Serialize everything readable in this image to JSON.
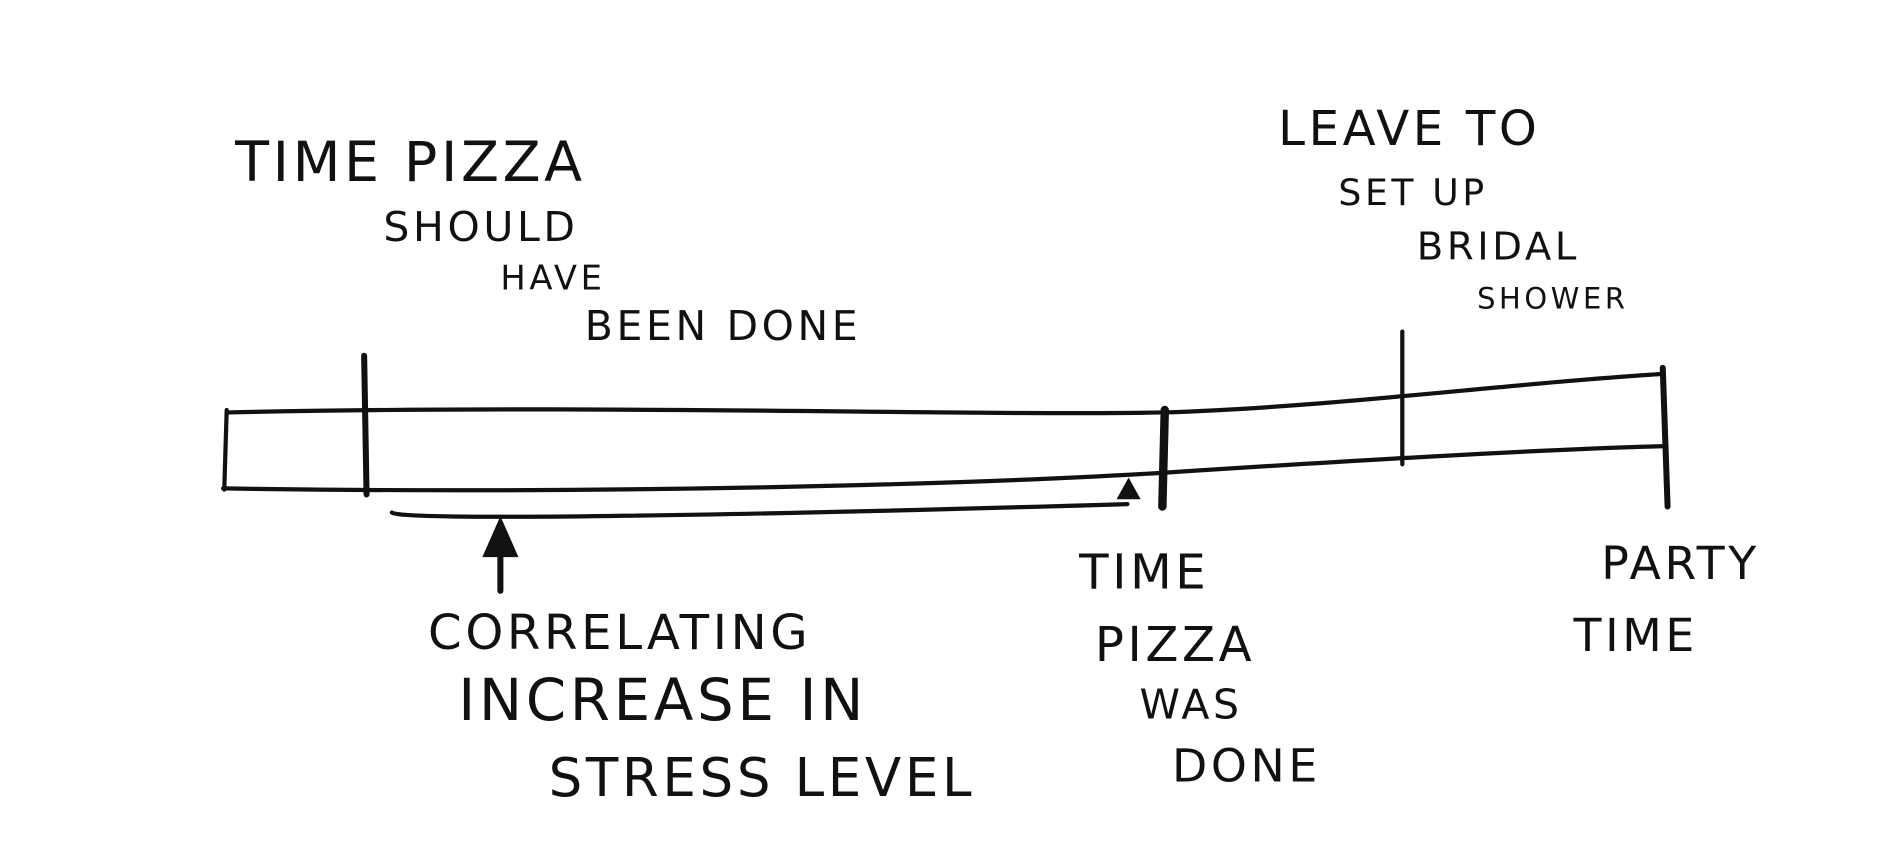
{
  "labels": {
    "should_done": [
      "TIME PIZZA",
      "SHOULD",
      "HAVE",
      "BEEN DONE"
    ],
    "leave": [
      "LEAVE TO",
      "SET UP",
      "BRIDAL",
      "SHOWER"
    ],
    "stress": [
      "CORRELATING",
      "INCREASE IN",
      "STRESS LEVEL"
    ],
    "was_done": [
      "TIME",
      "PIZZA",
      "WAS",
      "DONE"
    ],
    "party": [
      "PARTY",
      "TIME"
    ]
  },
  "colors": {
    "ink": "#111111",
    "paper": "#ffffff"
  }
}
